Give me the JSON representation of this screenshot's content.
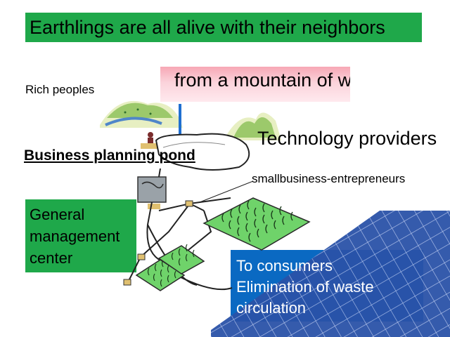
{
  "title": "Earthlings are all alive with their neighbors",
  "banner": "from a mountain of wealth",
  "labels": {
    "rich": "Rich peoples",
    "tech": "Technology providers",
    "pond": "Business planning pond",
    "small_business": "smallbusiness-entrepreneurs"
  },
  "management_center": {
    "lines": [
      "General",
      "management",
      "center"
    ]
  },
  "consumers": {
    "lines": [
      "To consumers",
      "Elimination of waste",
      "circulation"
    ]
  },
  "colors": {
    "title_green": "#1fa84a",
    "box_green": "#1fa84a",
    "consumers_blue": "#0a69c2",
    "arrow_blue": "#1f6fd0",
    "field_green": "#6fd36a",
    "hill_green": "#9cc96b",
    "sea_blue": "#2a52a8"
  }
}
